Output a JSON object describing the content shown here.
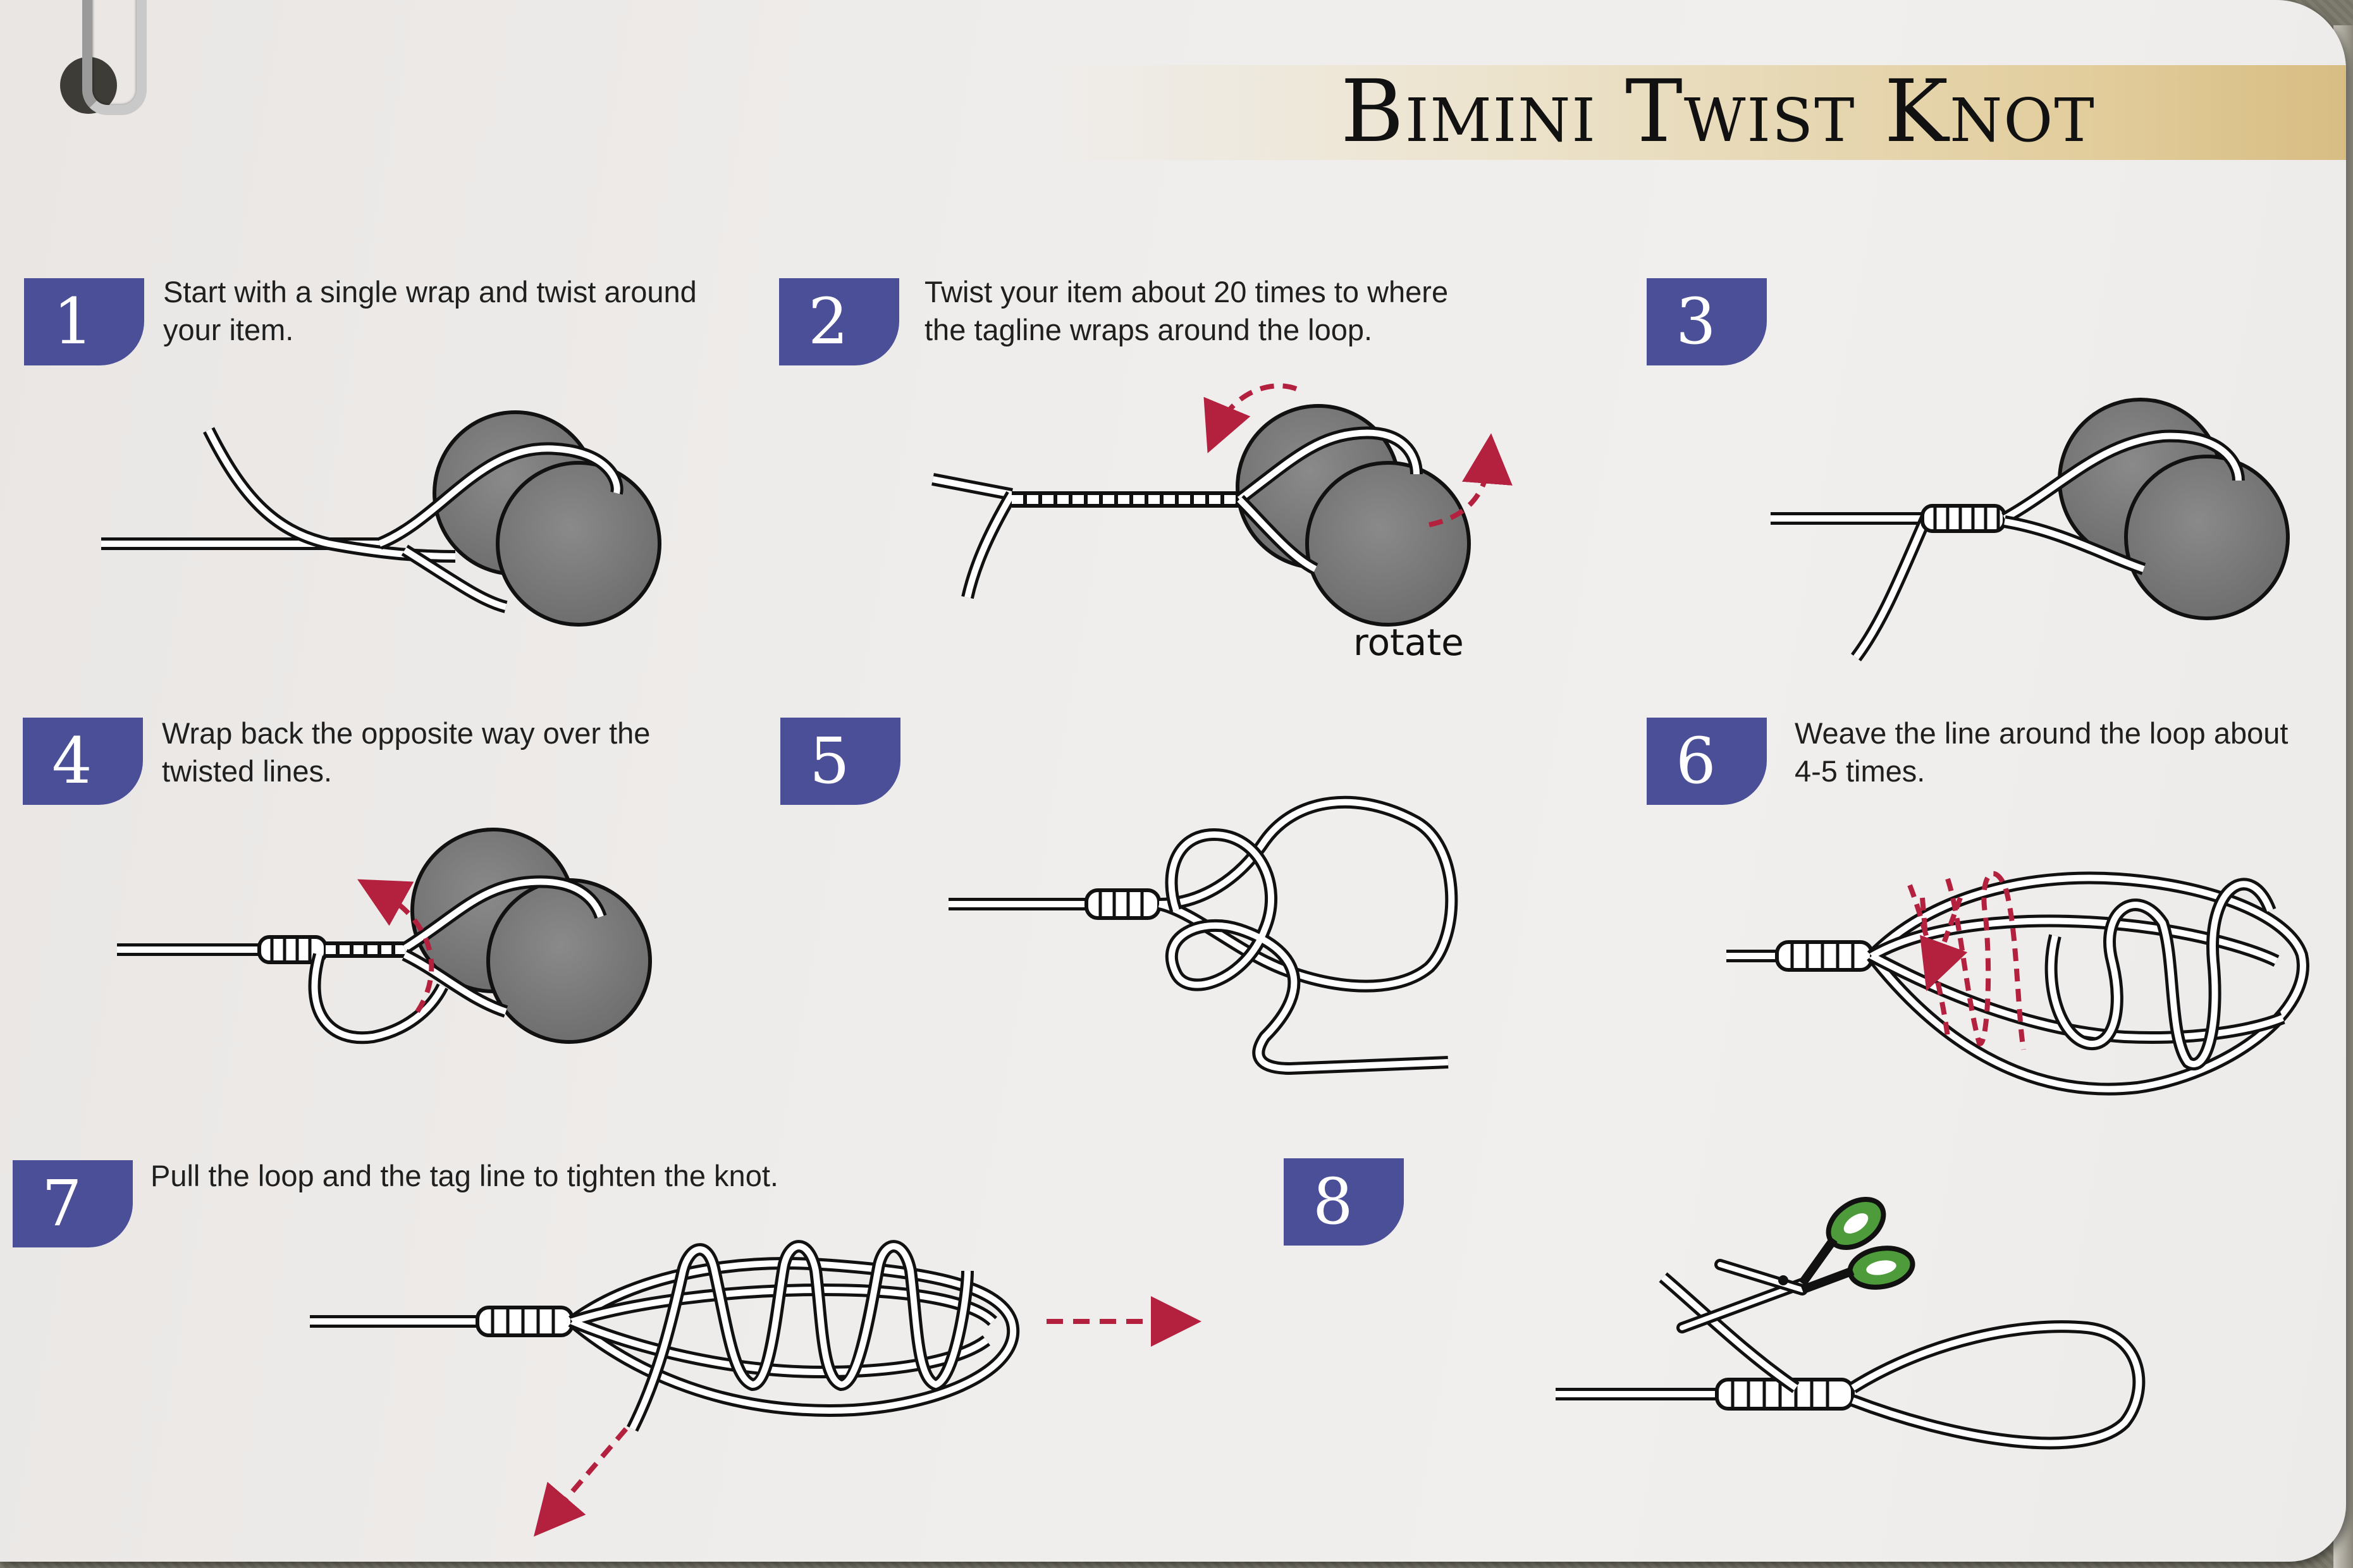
{
  "title": "Bimini Twist Knot",
  "steps": [
    {
      "number": "1",
      "lines": [
        "Start with a single wrap and twist around",
        "your item."
      ]
    },
    {
      "number": "2",
      "lines": [
        "Twist your item about 20 times to where",
        "the tagline wraps around the loop."
      ]
    },
    {
      "number": "3",
      "lines": []
    },
    {
      "number": "4",
      "lines": [
        "Wrap back the opposite way over the",
        "twisted lines."
      ]
    },
    {
      "number": "5",
      "lines": []
    },
    {
      "number": "6",
      "lines": [
        "Weave the line around the loop about",
        "4-5 times."
      ]
    },
    {
      "number": "7",
      "lines": [
        "Pull the loop and the tag line to tighten the knot."
      ]
    },
    {
      "number": "8",
      "lines": []
    }
  ],
  "labels": {
    "rotate": "rotate"
  },
  "colors": {
    "badge": "#4b4f97",
    "title_band": "#d8bd83",
    "item": "#7f7f7f",
    "arrow": "#b3213f",
    "scissors_handle": "#4d9b3a"
  }
}
